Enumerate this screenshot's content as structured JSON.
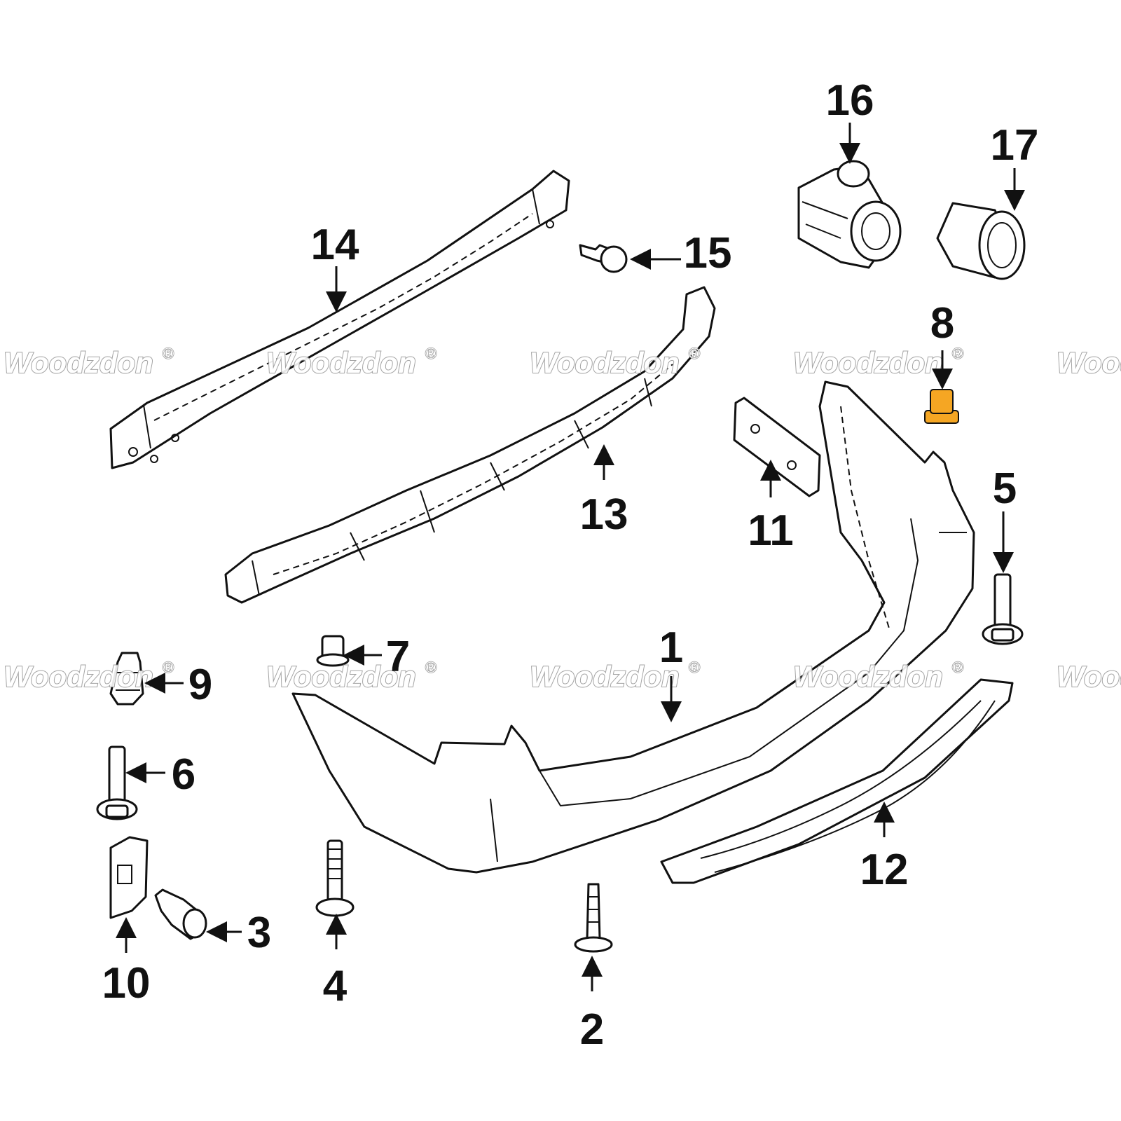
{
  "diagram": {
    "highlight_color": "#f5a623",
    "callouts": [
      "1",
      "2",
      "3",
      "4",
      "5",
      "6",
      "7",
      "8",
      "9",
      "10",
      "11",
      "12",
      "13",
      "14",
      "15",
      "16",
      "17"
    ],
    "watermark": {
      "text": "Woodzdon",
      "mark": "®"
    }
  }
}
